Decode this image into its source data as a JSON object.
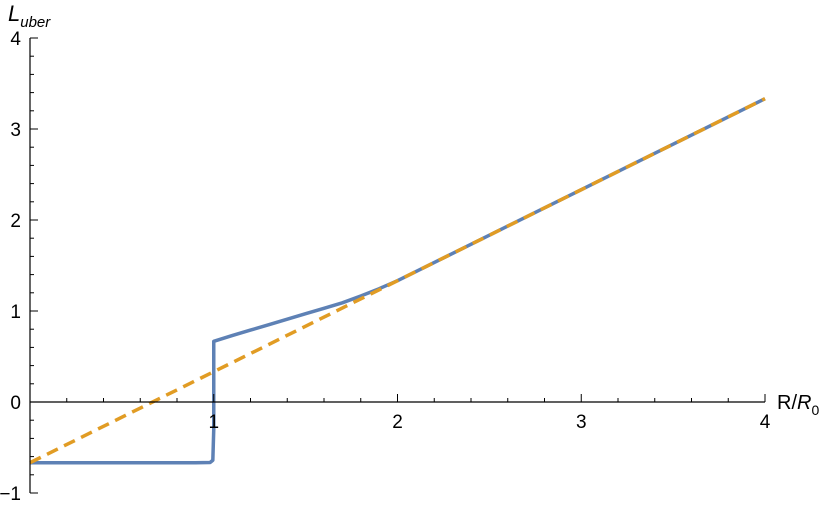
{
  "chart_data": {
    "type": "line",
    "title": "",
    "ylabel": {
      "main": "L",
      "sub": "uber"
    },
    "xlabel": {
      "prefix": "R/",
      "main": "R",
      "sub": "0"
    },
    "xlim": [
      0,
      4
    ],
    "ylim": [
      -1,
      4
    ],
    "x_ticks": [
      {
        "value": 1,
        "label": "1"
      },
      {
        "value": 2,
        "label": "2"
      },
      {
        "value": 3,
        "label": "3"
      },
      {
        "value": 4,
        "label": "4"
      }
    ],
    "y_ticks": [
      {
        "value": -1,
        "label": "−1"
      },
      {
        "value": 0,
        "label": "0"
      },
      {
        "value": 1,
        "label": "1"
      },
      {
        "value": 2,
        "label": "2"
      },
      {
        "value": 3,
        "label": "3"
      },
      {
        "value": 4,
        "label": "4"
      }
    ],
    "x_minor_step": 0.2,
    "y_minor_step": 0.2,
    "grid": false,
    "legend": "none",
    "series": [
      {
        "color": "#5E81B5",
        "dash": "solid",
        "points": [
          [
            0,
            -0.667
          ],
          [
            0.5,
            -0.667
          ],
          [
            0.9,
            -0.667
          ],
          [
            0.98,
            -0.665
          ],
          [
            0.995,
            -0.64
          ],
          [
            1.0,
            -0.3
          ],
          [
            1.0,
            0.3
          ],
          [
            1.0,
            0.667
          ],
          [
            1.1,
            0.73
          ],
          [
            1.2,
            0.79
          ],
          [
            1.3,
            0.85
          ],
          [
            1.4,
            0.91
          ],
          [
            1.5,
            0.97
          ],
          [
            1.6,
            1.03
          ],
          [
            1.7,
            1.09
          ],
          [
            1.8,
            1.165
          ],
          [
            1.9,
            1.245
          ],
          [
            2.0,
            1.333
          ],
          [
            2.5,
            1.833
          ],
          [
            3.0,
            2.333
          ],
          [
            3.5,
            2.833
          ],
          [
            4.0,
            3.333
          ]
        ]
      },
      {
        "color": "#E19C24",
        "dash": "dashed",
        "points": [
          [
            0,
            -0.667
          ],
          [
            4,
            3.333
          ]
        ]
      }
    ]
  }
}
